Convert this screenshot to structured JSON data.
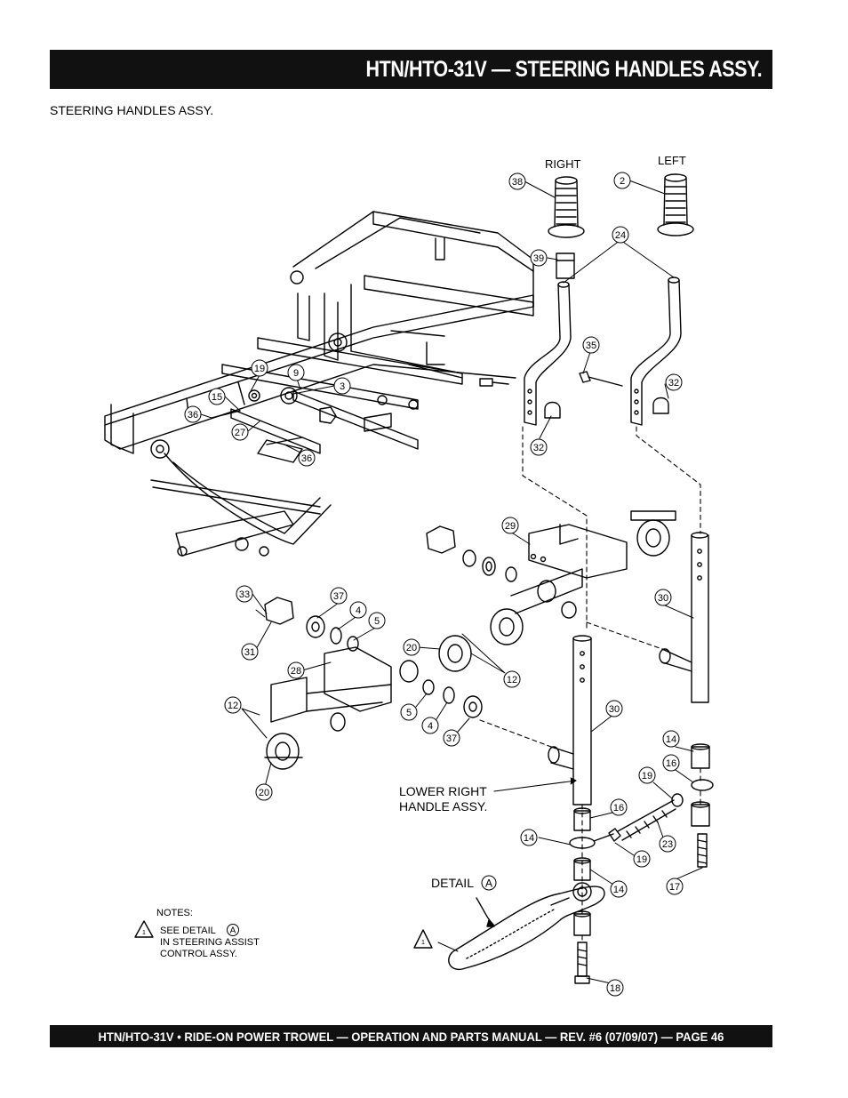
{
  "header": {
    "title": "HTN/HTO-31V — STEERING HANDLES ASSY."
  },
  "section": {
    "subtitle": "STEERING HANDLES ASSY."
  },
  "diagram": {
    "labels": {
      "right": "RIGHT",
      "left": "LEFT",
      "lower_right_handle_1": "LOWER RIGHT",
      "lower_right_handle_2": "HANDLE ASSY.",
      "detail": "DETAIL",
      "detail_letter": "A"
    },
    "callouts": [
      "38",
      "2",
      "39",
      "24",
      "35",
      "32",
      "32",
      "19",
      "9",
      "3",
      "15",
      "36",
      "27",
      "36",
      "29",
      "33",
      "37",
      "4",
      "5",
      "31",
      "20",
      "28",
      "12",
      "12",
      "5",
      "4",
      "37",
      "20",
      "30",
      "30",
      "14",
      "16",
      "19",
      "23",
      "16",
      "14",
      "19",
      "14",
      "17",
      "18"
    ],
    "notes": {
      "heading": "NOTES:",
      "marker": "1",
      "line1": "SEE DETAIL",
      "line1_letter": "A",
      "line2": "IN STEERING ASSIST",
      "line3": "CONTROL ASSY."
    }
  },
  "footer": {
    "text": "HTN/HTO-31V • RIDE-ON POWER TROWEL — OPERATION AND PARTS MANUAL — REV. #6 (07/09/07) — PAGE 46"
  }
}
